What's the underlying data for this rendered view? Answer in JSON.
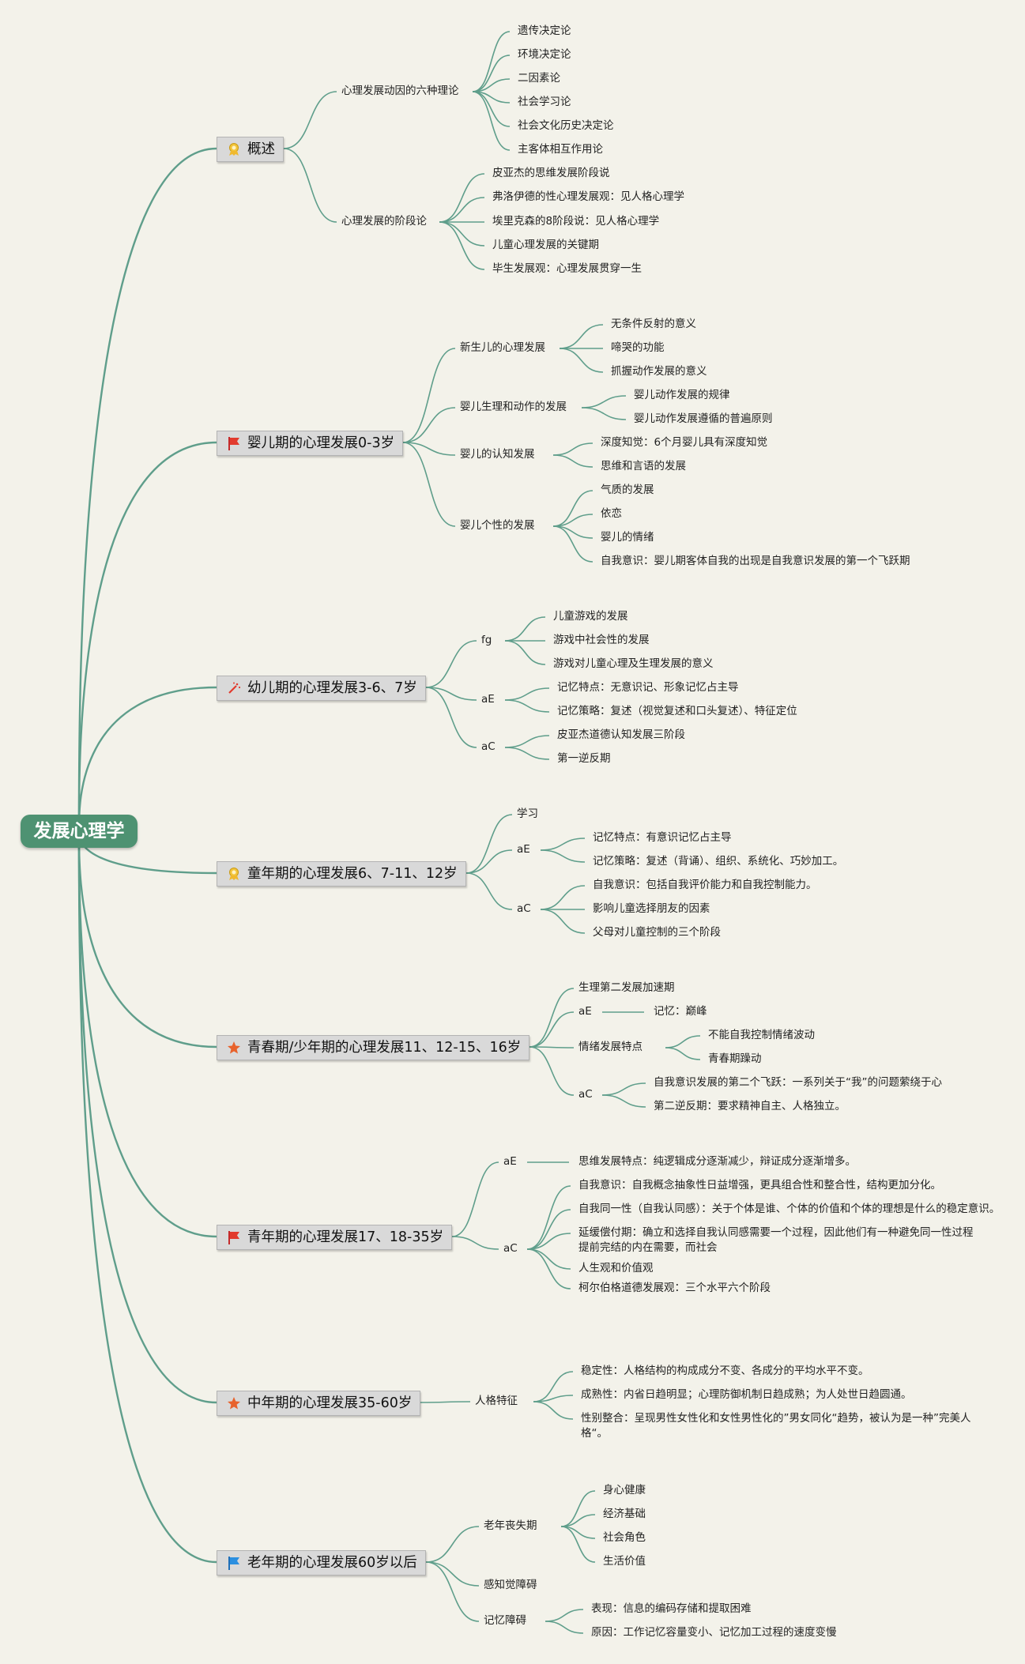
{
  "root": "发展心理学",
  "sections": [
    {
      "title": "概述",
      "icon": "medal-icon",
      "children": [
        {
          "label": "心理发展动因的六种理论",
          "children": [
            "遗传决定论",
            "环境决定论",
            "二因素论",
            "社会学习论",
            "社会文化历史决定论",
            "主客体相互作用论"
          ]
        },
        {
          "label": "心理发展的阶段论",
          "children": [
            "皮亚杰的思维发展阶段说",
            "弗洛伊德的性心理发展观：见人格心理学",
            "埃里克森的8阶段说：见人格心理学",
            "儿童心理发展的关键期",
            "毕生发展观：心理发展贯穿一生"
          ]
        }
      ]
    },
    {
      "title": "婴儿期的心理发展0-3岁",
      "icon": "red-flag-icon",
      "children": [
        {
          "label": "新生儿的心理发展",
          "children": [
            "无条件反射的意义",
            "啼哭的功能",
            "抓握动作发展的意义"
          ]
        },
        {
          "label": "婴儿生理和动作的发展",
          "children": [
            "婴儿动作发展的规律",
            "婴儿动作发展遵循的普遍原则"
          ]
        },
        {
          "label": "婴儿的认知发展",
          "children": [
            "深度知觉：6个月婴儿具有深度知觉",
            "思维和言语的发展"
          ]
        },
        {
          "label": "婴儿个性的发展",
          "children": [
            "气质的发展",
            "依恋",
            "婴儿的情绪",
            "自我意识：婴儿期客体自我的出现是自我意识发展的第一个飞跃期"
          ]
        }
      ]
    },
    {
      "title": "幼儿期的心理发展3-6、7岁",
      "icon": "sparkle-icon",
      "children": [
        {
          "label": "fg",
          "children": [
            "儿童游戏的发展",
            "游戏中社会性的发展",
            "游戏对儿童心理及生理发展的意义"
          ]
        },
        {
          "label": "aE",
          "children": [
            "记忆特点：无意识记、形象记忆占主导",
            "记忆策略：复述（视觉复述和口头复述）、特征定位"
          ]
        },
        {
          "label": "aC",
          "children": [
            "皮亚杰道德认知发展三阶段",
            "第一逆反期"
          ]
        }
      ]
    },
    {
      "title": "童年期的心理发展6、7-11、12岁",
      "icon": "medal-icon",
      "children": [
        {
          "label": "学习",
          "children": []
        },
        {
          "label": "aE",
          "children": [
            "记忆特点：有意识记忆占主导",
            "记忆策略：复述（背诵）、组织、系统化、巧妙加工。"
          ]
        },
        {
          "label": "aC",
          "children": [
            "自我意识：包括自我评价能力和自我控制能力。",
            "影响儿童选择朋友的因素",
            "父母对儿童控制的三个阶段"
          ]
        }
      ]
    },
    {
      "title": "青春期/少年期的心理发展11、12-15、16岁",
      "icon": "star-icon",
      "children": [
        {
          "label": "生理第二发展加速期",
          "children": []
        },
        {
          "label": "aE",
          "children": [
            "记忆：巅峰"
          ]
        },
        {
          "label": "情绪发展特点",
          "children": [
            "不能自我控制情绪波动",
            "青春期躁动"
          ]
        },
        {
          "label": "aC",
          "children": [
            "自我意识发展的第二个飞跃：一系列关于“我”的问题萦绕于心",
            "第二逆反期：要求精神自主、人格独立。"
          ]
        }
      ]
    },
    {
      "title": "青年期的心理发展17、18-35岁",
      "icon": "red-flag-icon",
      "children": [
        {
          "label": "aE",
          "children": [
            "思维发展特点：纯逻辑成分逐渐减少，辩证成分逐渐增多。"
          ]
        },
        {
          "label": "aC",
          "children": [
            "自我意识：自我概念抽象性日益增强，更具组合性和整合性，结构更加分化。",
            "自我同一性（自我认同感）：关于个体是谁、个体的价值和个体的理想是什么的稳定意识。",
            "延缓偿付期：确立和选择自我认同感需要一个过程，因此他们有一种避免同一性过程提前完结的内在需要，而社会",
            "人生观和价值观",
            "柯尔伯格道德发展观：三个水平六个阶段"
          ]
        }
      ]
    },
    {
      "title": "中年期的心理发展35-60岁",
      "icon": "star-icon",
      "children": [
        {
          "label": "人格特征",
          "children": [
            "稳定性：人格结构的构成成分不变、各成分的平均水平不变。",
            "成熟性：内省日趋明显；心理防御机制日趋成熟；为人处世日趋圆通。",
            "性别整合：呈现男性女性化和女性男性化的”男女同化“趋势，被认为是一种”完美人格“。"
          ]
        }
      ]
    },
    {
      "title": "老年期的心理发展60岁以后",
      "icon": "blue-flag-icon",
      "children": [
        {
          "label": "老年丧失期",
          "children": [
            "身心健康",
            "经济基础",
            "社会角色",
            "生活价值"
          ]
        },
        {
          "label": "感知觉障碍",
          "children": []
        },
        {
          "label": "记忆障碍",
          "children": [
            "表现：信息的编码存储和提取困难",
            "原因：工作记忆容量变小、记忆加工过程的速度变慢"
          ]
        }
      ]
    }
  ]
}
